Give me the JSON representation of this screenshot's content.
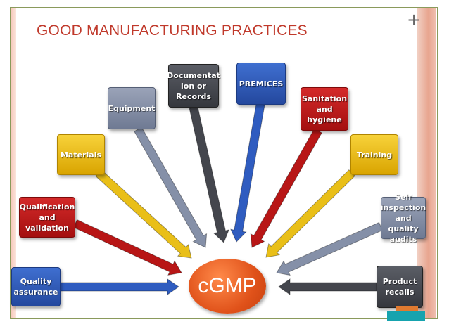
{
  "title": {
    "first": "G",
    "first_rest": "OOD",
    "second": "M",
    "second_rest": "ANUFACTURING",
    "third": "P",
    "third_rest": "RACTICES"
  },
  "center": "cGMP",
  "nodes": [
    {
      "label": "Quality\nassurance",
      "color": "blue"
    },
    {
      "label": "Qualification\nand\nvalidation",
      "color": "red"
    },
    {
      "label": "Materials",
      "color": "yellow"
    },
    {
      "label": "Equipment",
      "color": "gray"
    },
    {
      "label": "Documentat\nion or\nRecords",
      "color": "dark"
    },
    {
      "label": "PREMICES",
      "color": "blue"
    },
    {
      "label": "Sanitation\nand\nhygiene",
      "color": "red"
    },
    {
      "label": "Training",
      "color": "yellow"
    },
    {
      "label": "Self\ninspection\nand quality\naudits",
      "color": "gray"
    },
    {
      "label": "Product\nrecalls",
      "color": "dark"
    }
  ],
  "colors": {
    "yellow": "#e9bf18",
    "red": "#b81616",
    "gray": "#8590a8",
    "blue": "#2f5cc0",
    "dark": "#44464d",
    "center": "#e0521a",
    "title": "#c0392b"
  },
  "icons": {
    "add": "plus-icon"
  }
}
